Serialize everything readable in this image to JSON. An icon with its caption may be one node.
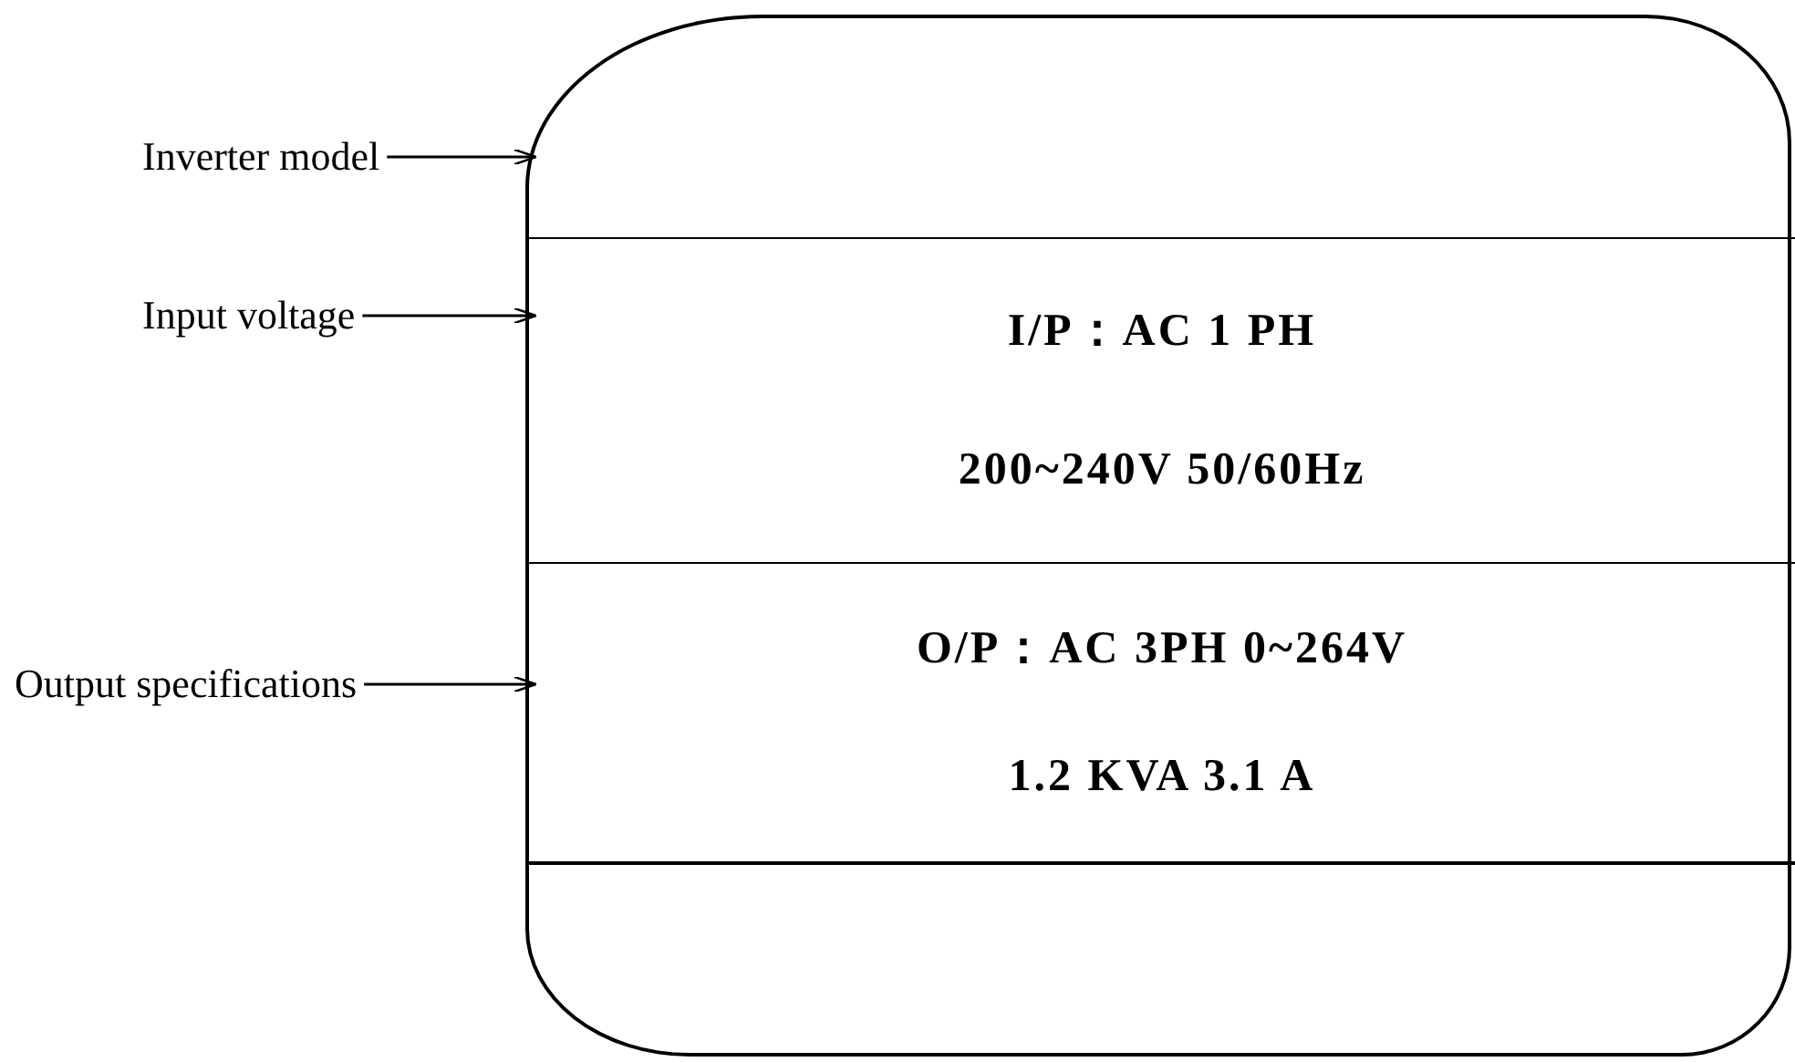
{
  "diagram": {
    "nodes": [
      {
        "text": [],
        "shape": "box"
      },
      {
        "text": [],
        "shape": "box",
        "in": 0
      },
      {
        "text": [
          "I/P：AC 1 PH",
          "200~240V 50/60Hz"
        ],
        "in": 0
      },
      {
        "text": [
          "O/P：AC 3PH 0~264V",
          "1.2 KVA 3.1 A"
        ],
        "in": 0
      },
      {
        "text": [],
        "shape": "box",
        "in": 0
      },
      {
        "text": [
          "Inverter model"
        ]
      },
      {
        "text": [
          "Input voltage"
        ]
      },
      {
        "text": [
          "Output specifications"
        ]
      }
    ],
    "edges": [
      {
        "from": 5,
        "to": 1,
        "arrow": "to"
      },
      {
        "from": 6,
        "to": 2,
        "arrow": "to"
      },
      {
        "from": 7,
        "to": 3,
        "arrow": "to"
      }
    ]
  }
}
